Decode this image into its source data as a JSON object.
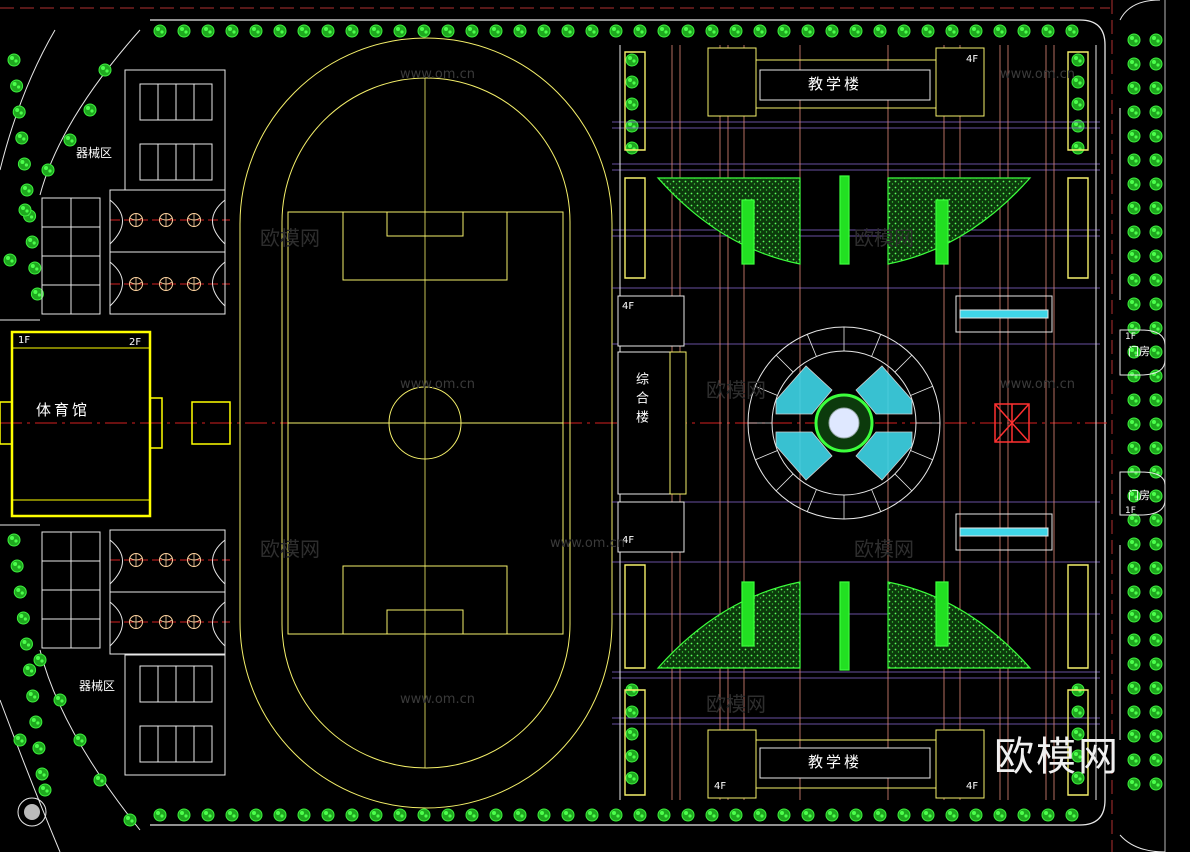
{
  "labels": {
    "equipment_top": "器械区",
    "equipment_bottom": "器械区",
    "gym": "体育馆",
    "gym_floor_1": "1F",
    "gym_floor_2": "2F",
    "teaching_top": "教学楼",
    "teaching_bottom": "教学楼",
    "teaching_top_floor": "4F",
    "teaching_bottom_floor_left": "4F",
    "teaching_bottom_floor_right": "4F",
    "complex": "综合楼",
    "complex_floor_top": "4F",
    "complex_floor_bottom": "4F",
    "gatehouse_top": "门房",
    "gatehouse_top_floor": "1F",
    "gatehouse_bottom": "门房",
    "gatehouse_bottom_floor": "1F"
  },
  "watermark": {
    "url": "www.om.cn",
    "cn": "欧模网"
  },
  "logo": "欧模网",
  "colors": {
    "background": "#000000",
    "line_white": "#e8e8e8",
    "line_yellow": "#f5f06a",
    "gym_yellow": "#ffff00",
    "tree_green": "#2bd62b",
    "lawn_green": "#22e022",
    "red_axis": "#d42020",
    "cyan_water": "#3fd6e8",
    "grid_purple": "#8a6bd6",
    "grid_salmon": "#e08a7a"
  },
  "icons": [
    "tree-icon",
    "basketball-icon",
    "water-feature-icon",
    "gate-icon"
  ]
}
